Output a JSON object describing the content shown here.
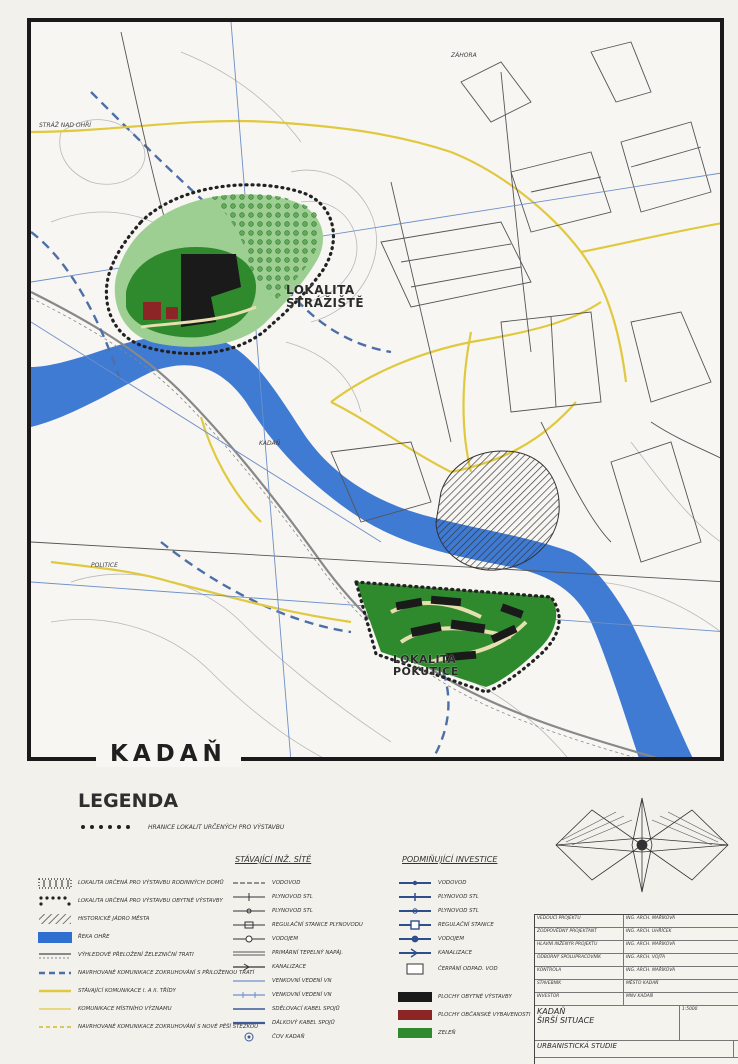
{
  "map": {
    "title": "KADAŇ",
    "localities": [
      {
        "name_line1": "LOKALITA",
        "name_line2": "STRÁŽIŠTĚ"
      },
      {
        "name_line1": "LOKALITA",
        "name_line2": "POKUTICE"
      }
    ],
    "place_labels": [
      "KADAŇ",
      "POLITICE",
      "ZÁHORA",
      "STRÁŽ NAD OHŘÍ"
    ],
    "colors": {
      "river": "#2f6fd0",
      "greenery": "#2f8a2e",
      "light_greenery": "#8fc78a",
      "road": "#e6d24a",
      "buildings_dark": "#1a1a1a",
      "buildings_red": "#8c2626"
    }
  },
  "legend": {
    "title": "LEGENDA",
    "boundary_text": "HRANICE LOKALIT URČENÝCH PRO VÝSTAVBU",
    "col_existing": "STÁVAJÍCÍ INŽ. SÍTĚ",
    "col_planned": "PODMIŇUJÍCÍ INVESTICE",
    "left_items": [
      "LOKALITA URČENÁ PRO VÝSTAVBU RODINNÝCH DOMŮ",
      "LOKALITA URČENÁ PRO VÝSTAVBU OBYTNÉ VÝSTAVBY",
      "HISTORICKÉ JÁDRO MĚSTA",
      "ŘEKA OHŘE",
      "VÝHLEDOVÉ PŘELOŽENÍ ŽELEZNIČNÍ TRATI",
      "NAVRHOVANÉ KOMUNIKACE ZOKRUHOVÁNÍ S PŘILOŽENOU TRATÍ",
      "STÁVAJÍCÍ KOMUNIKACE I. A II. TŘÍDY",
      "KOMUNIKACE MÍSTNÍHO VÝZNAMU",
      "NAVRHOVANÉ KOMUNIKACE ZOKRUHOVÁNÍ S NOVÉ PĚŠÍ STEZKOU"
    ],
    "existing_items": [
      "VODOVOD",
      "PLYNOVOD STL",
      "PLYNOVOD STL",
      "REGULAČNÍ STANICE PLYNOVODU",
      "VODOJEM",
      "PRIMÁRNÍ TEPELNÝ NAPÁJ.",
      "KANALIZACE",
      "VENKOVNÍ VEDENÍ VN",
      "VENKOVNÍ VEDENÍ VN",
      "SDĚLOVACÍ KABEL SPOJŮ",
      "DÁLKOVÝ KABEL SPOJŮ",
      "ČOV KADAŇ"
    ],
    "planned_items": [
      "VODOVOD",
      "PLYNOVOD STL",
      "PLYNOVOD STL",
      "REGULAČNÍ STANICE",
      "VODOJEM",
      "KANALIZACE",
      "ČERPÁNÍ ODPAD. VOD",
      "PLOCHY OBYTNÉ VÝSTAVBY",
      "PLOCHY OBČANSKÉ VYBAVENOSTI",
      "ZELEŇ"
    ]
  },
  "title_block": {
    "rows": [
      [
        "VEDOUCÍ PROJEKTU",
        "ING. ARCH. MAŘÍKOVÁ"
      ],
      [
        "ZODPOVĚDNÝ PROJEKTANT",
        "ING. ARCH. UHŘÍČEK"
      ],
      [
        "HLAVNÍ INŽENÝR PROJEKTU",
        "ING. ARCH. MAŘÍKOVÁ"
      ],
      [
        "ODBORNÝ SPOLUPRACOVNÍK",
        "ING. ARCH. VOJTA"
      ],
      [
        "KONTROLA",
        "ING. ARCH. MAŘÍKOVÁ"
      ],
      [
        "STAVEBNÍK",
        "MĚSTO KADAŇ"
      ],
      [
        "INVESTOR",
        "MNV KADAŇ"
      ]
    ],
    "city": "KADAŇ",
    "drawing_name": "ŠIRŠÍ SITUACE",
    "study": "URBANISTICKÁ STUDIE",
    "scale": "1:5000"
  }
}
